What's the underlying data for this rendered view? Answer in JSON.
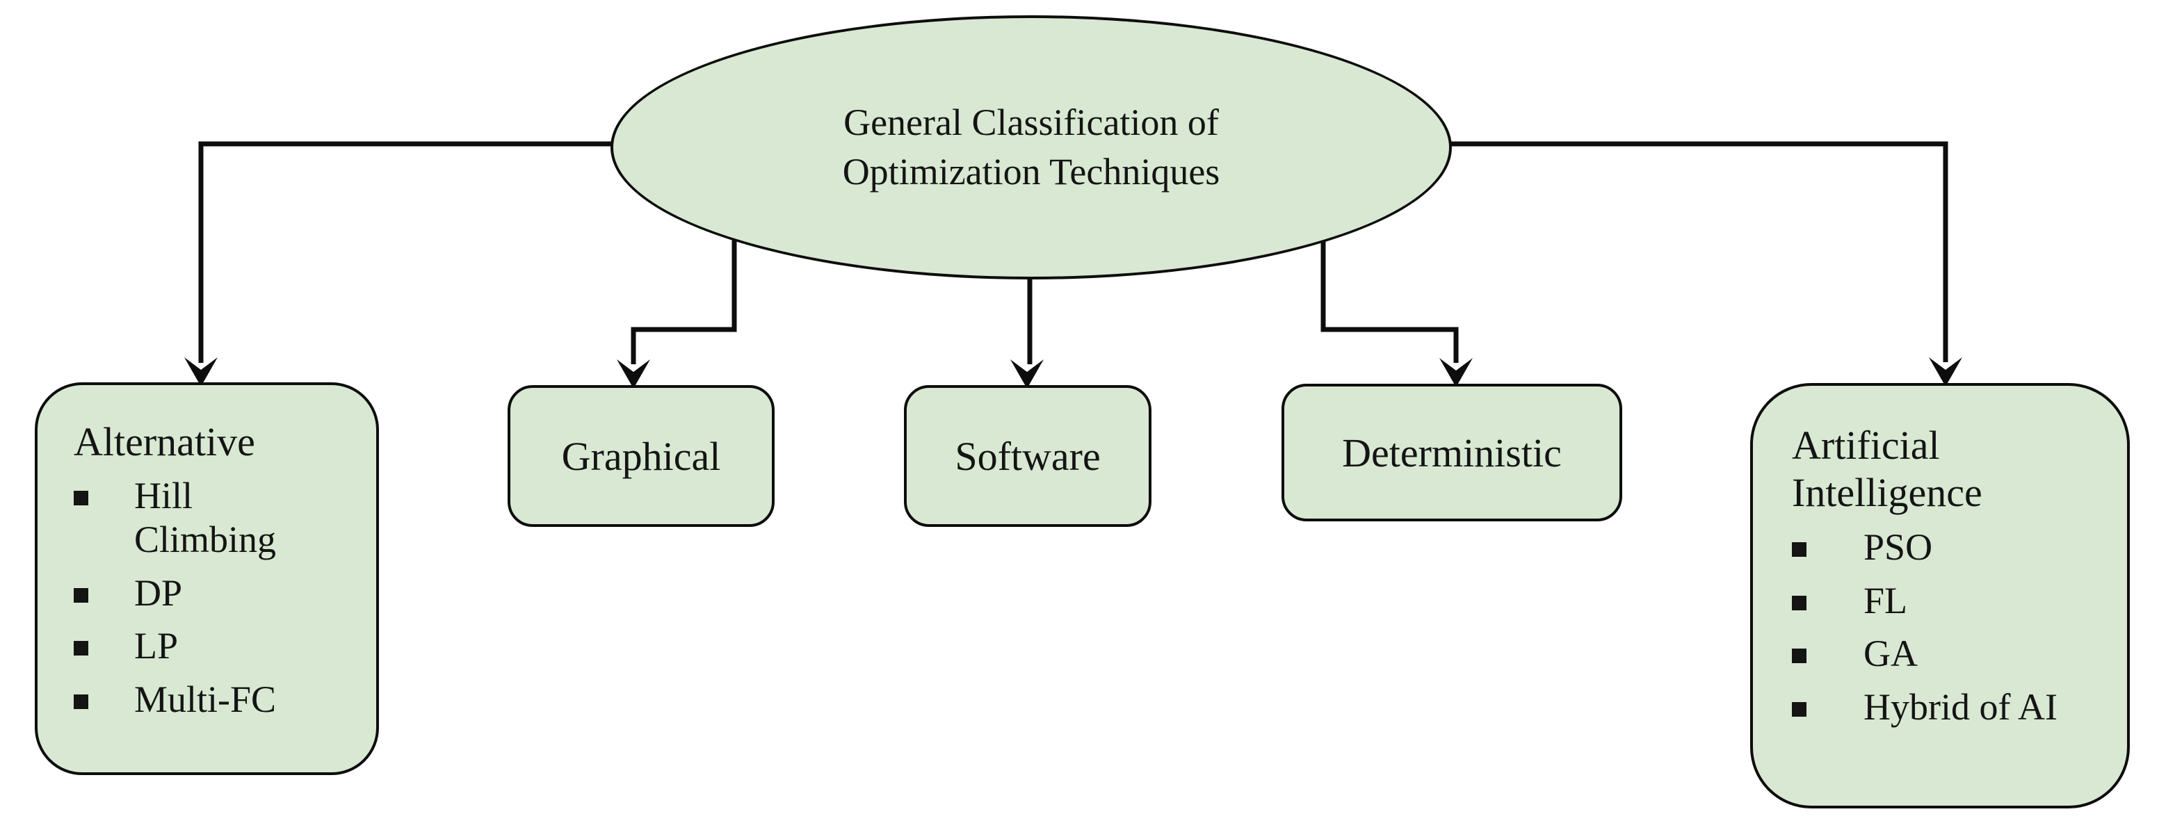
{
  "root_node": {
    "label": "General Classification of Optimization Techniques"
  },
  "branches": [
    {
      "label": "Alternative",
      "items": [
        "Hill Climbing",
        "DP",
        "LP",
        "Multi-FC"
      ]
    },
    {
      "label": "Graphical",
      "items": []
    },
    {
      "label": "Software",
      "items": []
    },
    {
      "label": "Deterministic",
      "items": []
    },
    {
      "label": "Artificial Intelligence",
      "items": [
        "PSO",
        "FL",
        "GA",
        "Hybrid of AI"
      ]
    }
  ],
  "colors": {
    "node_fill": "#d8e8d2",
    "node_stroke": "#0d0d0d",
    "connector": "#0d0d0d",
    "text": "#141414",
    "background": "#ffffff"
  }
}
